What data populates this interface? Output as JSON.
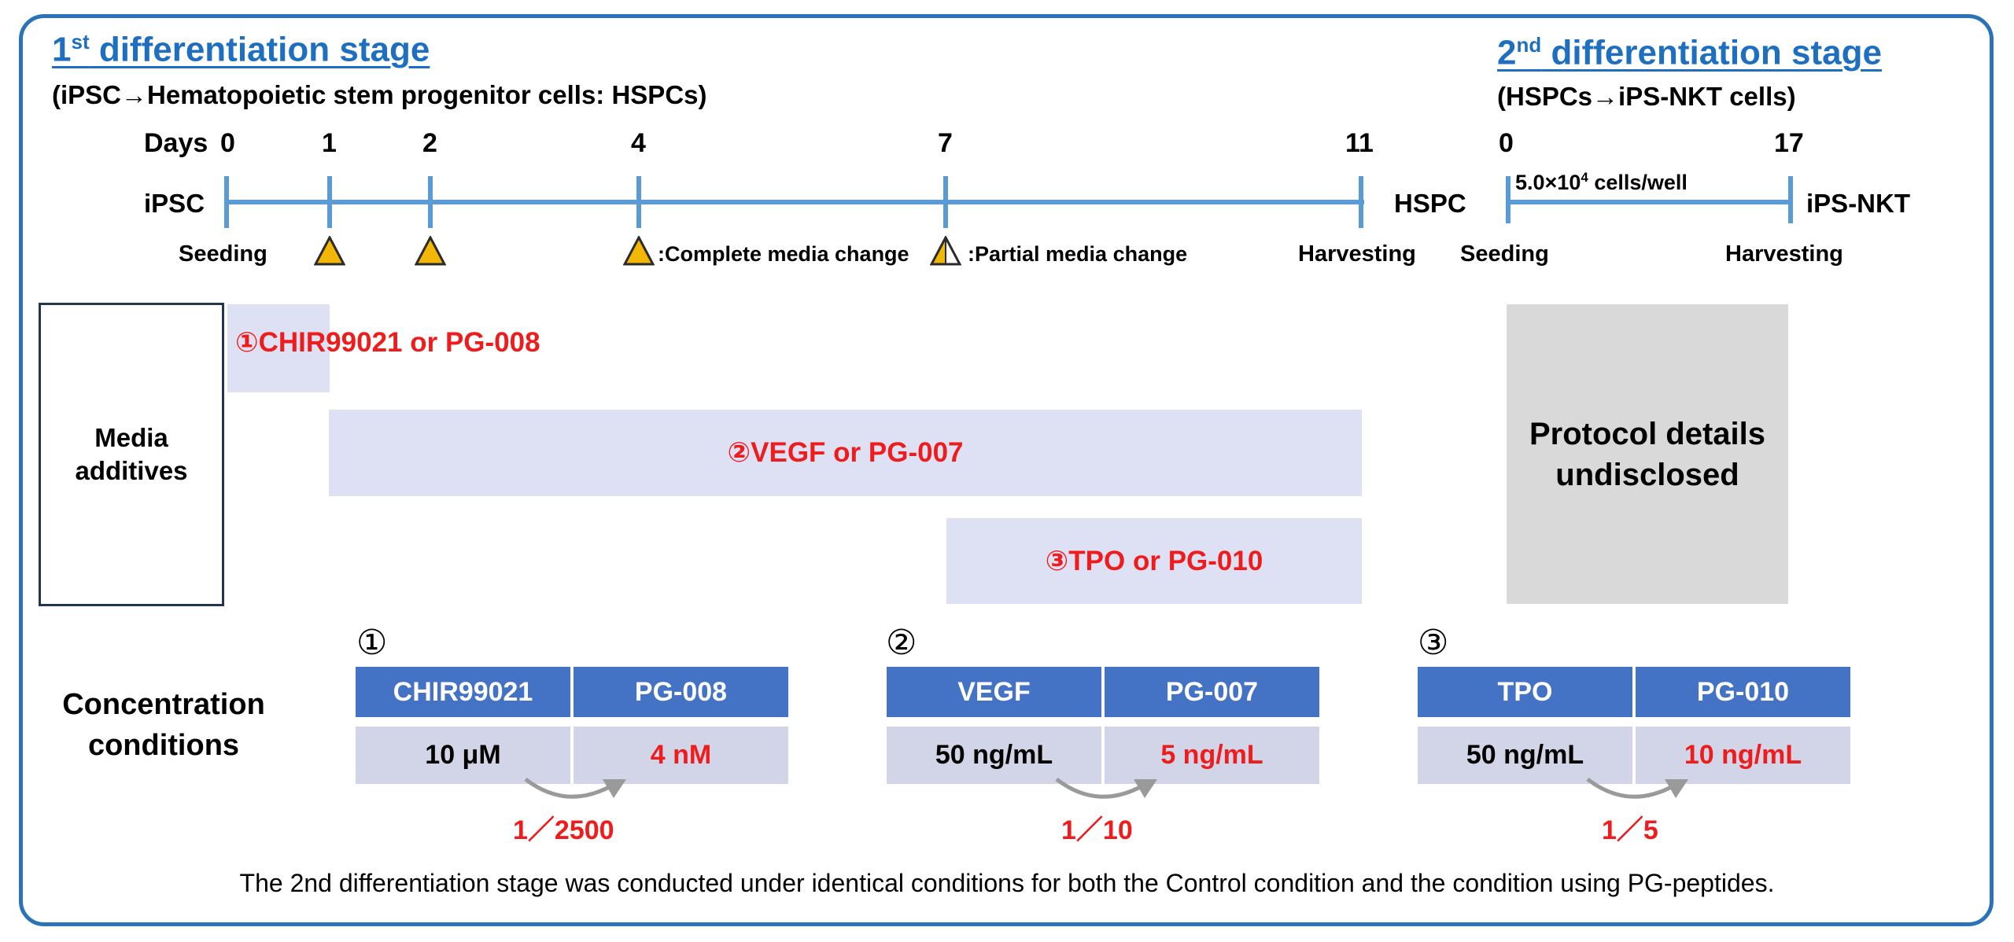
{
  "stage1": {
    "title_num": "1",
    "title_sup": "st",
    "title_rest": " differentiation stage",
    "subtitle": "(iPSC→Hematopoietic stem progenitor cells: HSPCs)"
  },
  "stage2": {
    "title_num": "2",
    "title_sup": "nd",
    "title_rest": " differentiation stage",
    "subtitle": "(HSPCs→iPS-NKT cells)"
  },
  "timeline1": {
    "days_label": "Days",
    "days": [
      "0",
      "1",
      "2",
      "4",
      "7",
      "11"
    ],
    "start_label": "iPSC",
    "end_label": "HSPC",
    "seeding": "Seeding",
    "harvesting": "Harvesting",
    "complete_change": ":Complete media change",
    "partial_change": ":Partial media change"
  },
  "timeline2": {
    "days": [
      "0",
      "17"
    ],
    "cells_prefix": "5.0×10",
    "cells_sup": "4",
    "cells_suffix": " cells/well",
    "end_label": "iPS-NKT",
    "seeding": "Seeding",
    "harvesting": "Harvesting"
  },
  "media": {
    "label_line1": "Media",
    "label_line2": "additives",
    "band1": "①CHIR99021 or PG-008",
    "band2": "②VEGF or PG-007",
    "band3": "③TPO or PG-010",
    "undisclosed_line1": "Protocol details",
    "undisclosed_line2": "undisclosed"
  },
  "concentration": {
    "label_line1": "Concentration",
    "label_line2": "conditions",
    "tables": [
      {
        "marker": "①",
        "headers": [
          "CHIR99021",
          "PG-008"
        ],
        "values": [
          "10 μM",
          "4 nM"
        ],
        "ratio": "1／2500"
      },
      {
        "marker": "②",
        "headers": [
          "VEGF",
          "PG-007"
        ],
        "values": [
          "50 ng/mL",
          "5 ng/mL"
        ],
        "ratio": "1／10"
      },
      {
        "marker": "③",
        "headers": [
          "TPO",
          "PG-010"
        ],
        "values": [
          "50 ng/mL",
          "10 ng/mL"
        ],
        "ratio": "1／5"
      }
    ]
  },
  "colors": {
    "title_blue": "#1f6fc0",
    "axis_blue": "#5b9bd5",
    "header_blue": "#4472c4",
    "band_lavender": "#dde1f3",
    "cell_gray_blue": "#d1d5e7",
    "accent_red": "#ee1c1c",
    "triangle_yellow": "#f2b705",
    "undisclosed_gray": "#d9d9d9"
  },
  "footer": "The 2nd differentiation stage was conducted under identical conditions for both the Control condition and the condition using PG-peptides."
}
